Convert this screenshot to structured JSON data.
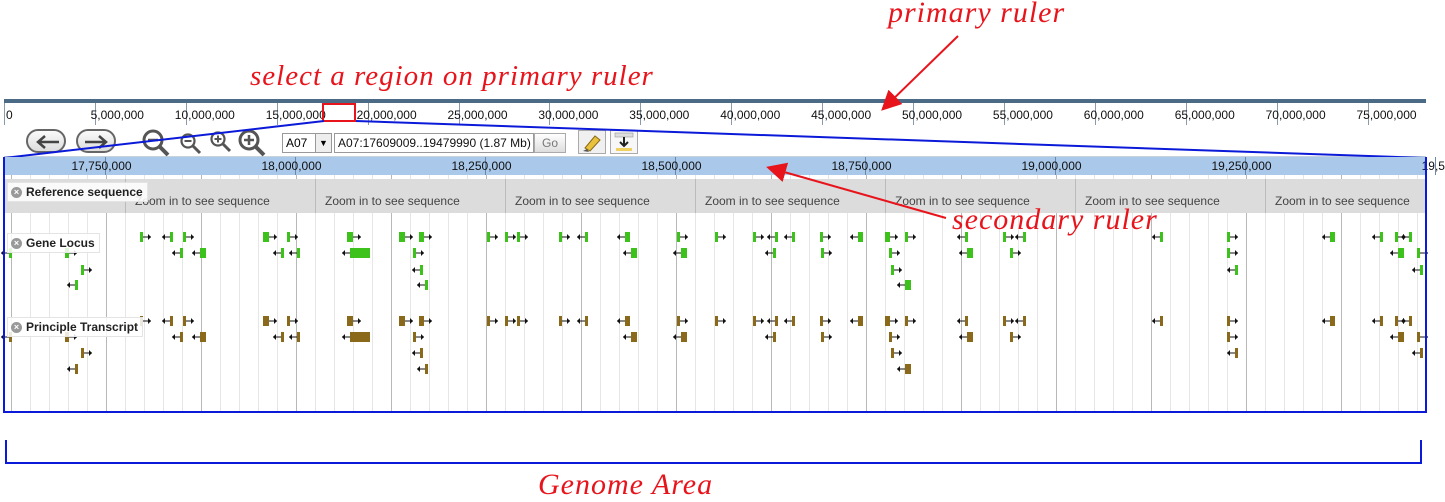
{
  "annotations": {
    "primary_ruler": "primary ruler",
    "select_region": "select a region on primary ruler",
    "secondary_ruler": "secondary ruler",
    "genome_area": "Genome Area"
  },
  "primary_ruler": {
    "labels": [
      "0",
      "5,000,000",
      "10,000,000",
      "15,000,000",
      "20,000,000",
      "25,000,000",
      "30,000,000",
      "35,000,000",
      "40,000,000",
      "45,000,000",
      "50,000,000",
      "55,000,000",
      "60,000,000",
      "65,000,000",
      "70,000,000",
      "75,000,000"
    ],
    "selected_region_start_mb": 17.6,
    "selected_region_end_mb": 19.48
  },
  "toolbar": {
    "chromosome": "A07",
    "chromosome_arrow": "▼",
    "location": "A07:17609009..19479990 (1.87 Mb)",
    "go_label": "Go",
    "back_icon": "back-arrow-icon",
    "forward_icon": "forward-arrow-icon",
    "zoom_out_large_icon": "zoom-out-large-icon",
    "zoom_out_small_icon": "zoom-out-small-icon",
    "zoom_in_small_icon": "zoom-in-small-icon",
    "zoom_in_large_icon": "zoom-in-large-icon",
    "highlight_icon": "highlighter-icon",
    "download_icon": "download-icon"
  },
  "secondary_ruler": {
    "labels": [
      "17,750,000",
      "18,000,000",
      "18,250,000",
      "18,500,000",
      "18,750,000",
      "19,000,000",
      "19,250,000",
      "19,5"
    ]
  },
  "tracks": {
    "reference": {
      "label": "Reference sequence",
      "message": "Zoom in to see sequence"
    },
    "gene_locus": {
      "label": "Gene Locus",
      "color": "#3cc21a"
    },
    "transcript": {
      "label": "Principle Transcript",
      "color": "#8a6a1a"
    },
    "close_glyph": "×"
  }
}
